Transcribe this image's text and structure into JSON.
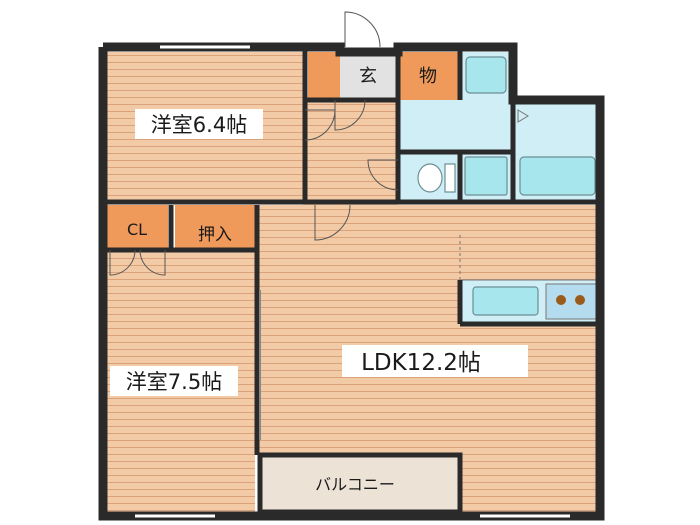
{
  "rooms": {
    "western_room_a": "洋室6.4帖",
    "entrance": "玄",
    "storage": "物",
    "closet": "CL",
    "oshiire": "押入",
    "western_room_b": "洋室7.5帖",
    "ldk": "LDK12.2帖",
    "balcony": "バルコニー"
  },
  "colors": {
    "floor": "#f2caa6",
    "floor_line": "#d9a27b",
    "storage": "#ef9a5a",
    "wet_area": "#cfeef5",
    "fixture": "#a8e6ee",
    "balcony": "#ece2d6",
    "wall": "#2a2a2a"
  }
}
